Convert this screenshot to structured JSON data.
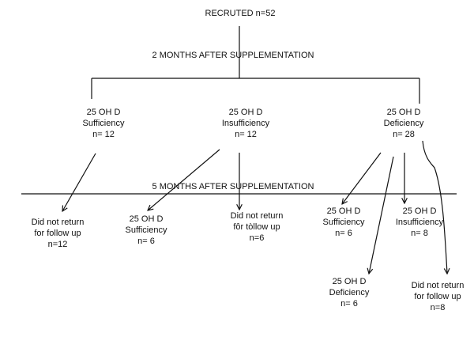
{
  "header": {
    "recruited": "RECRUTED  n=52",
    "phase1": "2 MONTHS AFTER  SUPPLEMENTATION",
    "phase2": "5 MONTHS AFTER SUPPLEMENTATION"
  },
  "level1": [
    {
      "lines": [
        "25 OH D",
        "Sufficiency",
        "n= 12"
      ]
    },
    {
      "lines": [
        "25 OH D",
        "Insufficiency",
        "n= 12"
      ]
    },
    {
      "lines": [
        "25 OH D",
        "Deficiency",
        "n= 28"
      ]
    }
  ],
  "level2": [
    {
      "lines": [
        "Did not return",
        "for  follow up",
        "n=12"
      ]
    },
    {
      "lines": [
        "25 OH D",
        "Sufficiency",
        "n= 6"
      ]
    },
    {
      "lines": [
        "Did not return",
        "fôr  tòllow up",
        "n=6"
      ]
    },
    {
      "lines": [
        "25 OH D",
        "Sufficiency",
        "n= 6"
      ]
    },
    {
      "lines": [
        "25 OH D",
        "Insufficiency",
        "n= 8"
      ]
    },
    {
      "lines": [
        "25 OH D",
        "Deficiency",
        "n= 6"
      ]
    },
    {
      "lines": [
        "Did not return",
        "for  follow up",
        "n=8"
      ]
    }
  ]
}
